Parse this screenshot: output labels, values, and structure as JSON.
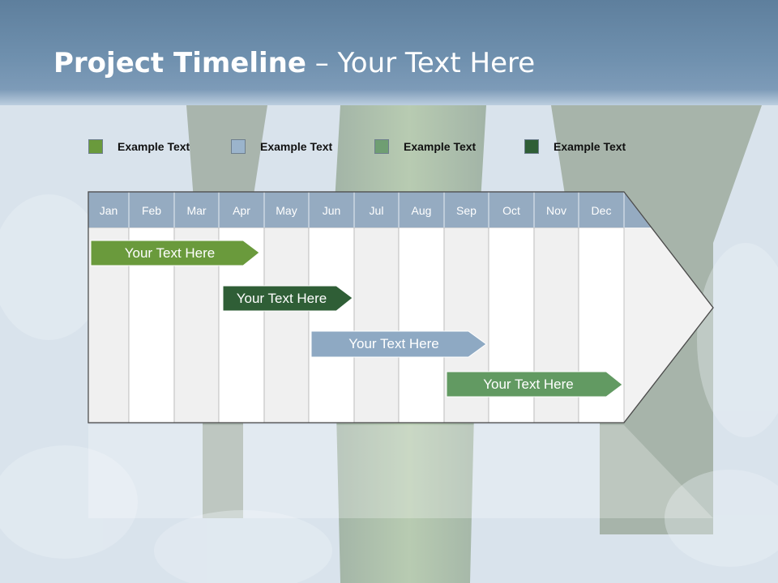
{
  "slide": {
    "title_bold": "Project Timeline",
    "title_rest": " – Your Text Here"
  },
  "legend": [
    {
      "label": "Example Text",
      "color": "#6a9a3c"
    },
    {
      "label": "Example Text",
      "color": "#9bb4cc"
    },
    {
      "label": "Example Text",
      "color": "#6f9e72"
    },
    {
      "label": "Example Text",
      "color": "#2f5e36"
    }
  ],
  "months": [
    "Jan",
    "Feb",
    "Mar",
    "Apr",
    "May",
    "Jun",
    "Jul",
    "Aug",
    "Sep",
    "Oct",
    "Nov",
    "Dec"
  ],
  "tasks": [
    {
      "label": "Your  Text Here",
      "color": "#6a9a3c"
    },
    {
      "label": "Your  Text Here",
      "color": "#2f5e36"
    },
    {
      "label": "Your  Text Here",
      "color": "#8ea9c3"
    },
    {
      "label": "Your  Text Here",
      "color": "#629a62"
    }
  ],
  "colors": {
    "header": "#6f90ae",
    "month_strip": "#95abc1",
    "grid_alt": "#f0f0f0",
    "grid_line": "#b5b5b5"
  }
}
